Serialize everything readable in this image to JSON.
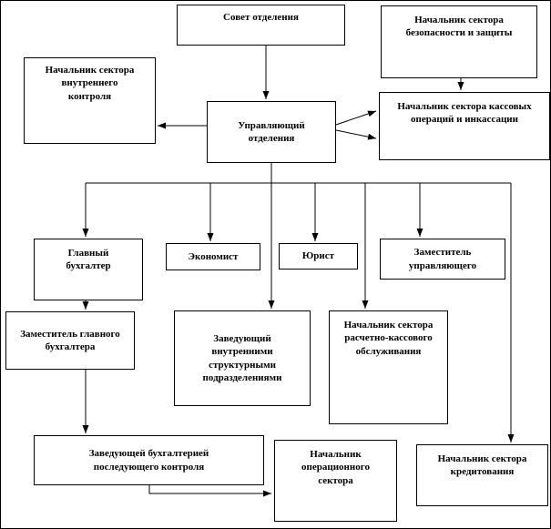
{
  "diagram": {
    "type": "org-chart",
    "language": "ru",
    "colors": {
      "line": "#000000",
      "box_background": "#ffffff",
      "box_border": "#000000",
      "text": "#000000"
    },
    "nodes": {
      "sovet": "Совет отделения",
      "security": "Начальник сектора безопасности и защиты",
      "internal_control": "Начальник сектора внутреннего контроля",
      "manager": "Управляющий отделения",
      "cash_ops": "Начальник сектора кассовых операций и инкассации",
      "chief_accountant": "Главный бухгалтер",
      "economist": "Экономист",
      "lawyer": "Юрист",
      "deputy_manager": "Заместитель управляющего",
      "deputy_chief_accountant": "Заместитель главного бухгалтера",
      "internal_divisions": "Заведующий внутренними структурными подразделениями",
      "settlement_cash": "Начальник сектора расчетно-кассового обслуживания",
      "follow_up_accounting": "Заведующей бухгалтерией последующего контроля",
      "operations": "Начальник операционного сектора",
      "lending": "Начальник сектора кредитования"
    },
    "edges": [
      {
        "from": "sovet",
        "to": "manager"
      },
      {
        "from": "manager",
        "to": "internal_control"
      },
      {
        "from": "manager",
        "to": "cash_ops",
        "style": "double-arrow"
      },
      {
        "from": "security",
        "to": "cash_ops"
      },
      {
        "from": "manager",
        "to": "chief_accountant"
      },
      {
        "from": "manager",
        "to": "economist"
      },
      {
        "from": "manager",
        "to": "lawyer"
      },
      {
        "from": "manager",
        "to": "deputy_manager"
      },
      {
        "from": "manager",
        "to": "internal_divisions"
      },
      {
        "from": "manager",
        "to": "settlement_cash"
      },
      {
        "from": "manager",
        "to": "lending"
      },
      {
        "from": "chief_accountant",
        "to": "deputy_chief_accountant"
      },
      {
        "from": "deputy_chief_accountant",
        "to": "follow_up_accounting"
      },
      {
        "from": "follow_up_accounting",
        "to": "operations"
      }
    ]
  }
}
